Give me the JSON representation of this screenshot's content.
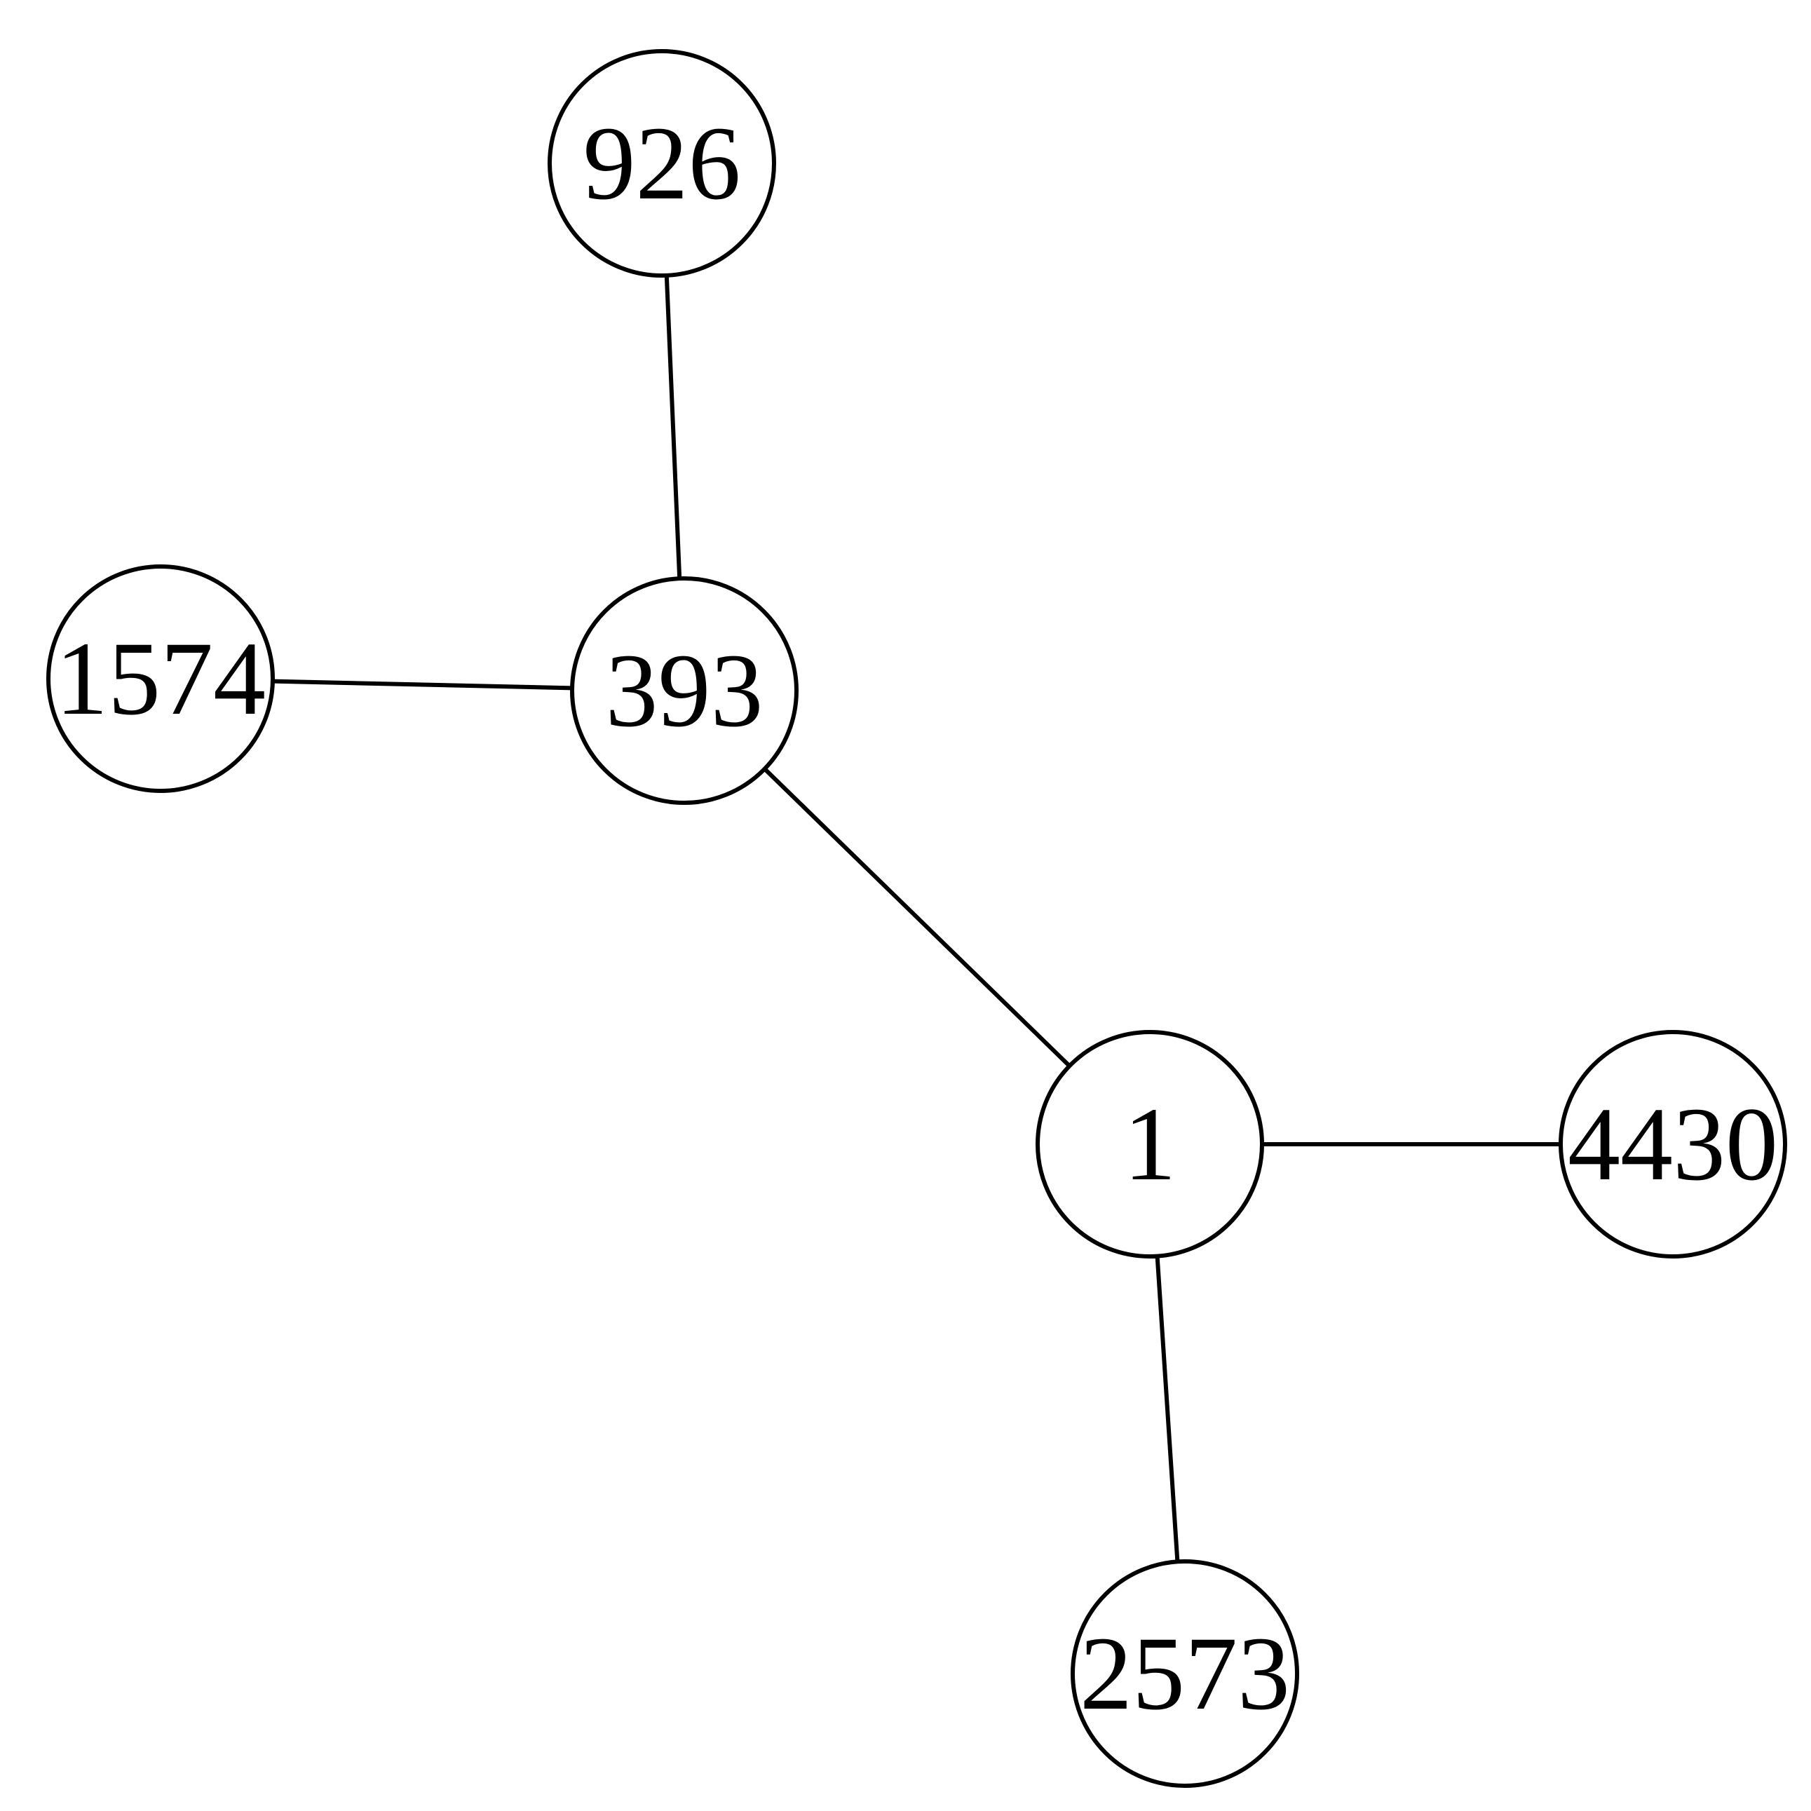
{
  "diagram": {
    "type": "undirected-graph",
    "colors": {
      "stroke": "#000000",
      "background": "#ffffff"
    },
    "nodes": [
      {
        "id": "926",
        "label": "926"
      },
      {
        "id": "393",
        "label": "393"
      },
      {
        "id": "1574",
        "label": "1574"
      },
      {
        "id": "1",
        "label": "1"
      },
      {
        "id": "4430",
        "label": "4430"
      },
      {
        "id": "2573",
        "label": "2573"
      }
    ],
    "edges": [
      {
        "source": "926",
        "target": "393"
      },
      {
        "source": "1574",
        "target": "393"
      },
      {
        "source": "393",
        "target": "1"
      },
      {
        "source": "1",
        "target": "4430"
      },
      {
        "source": "1",
        "target": "2573"
      }
    ]
  }
}
